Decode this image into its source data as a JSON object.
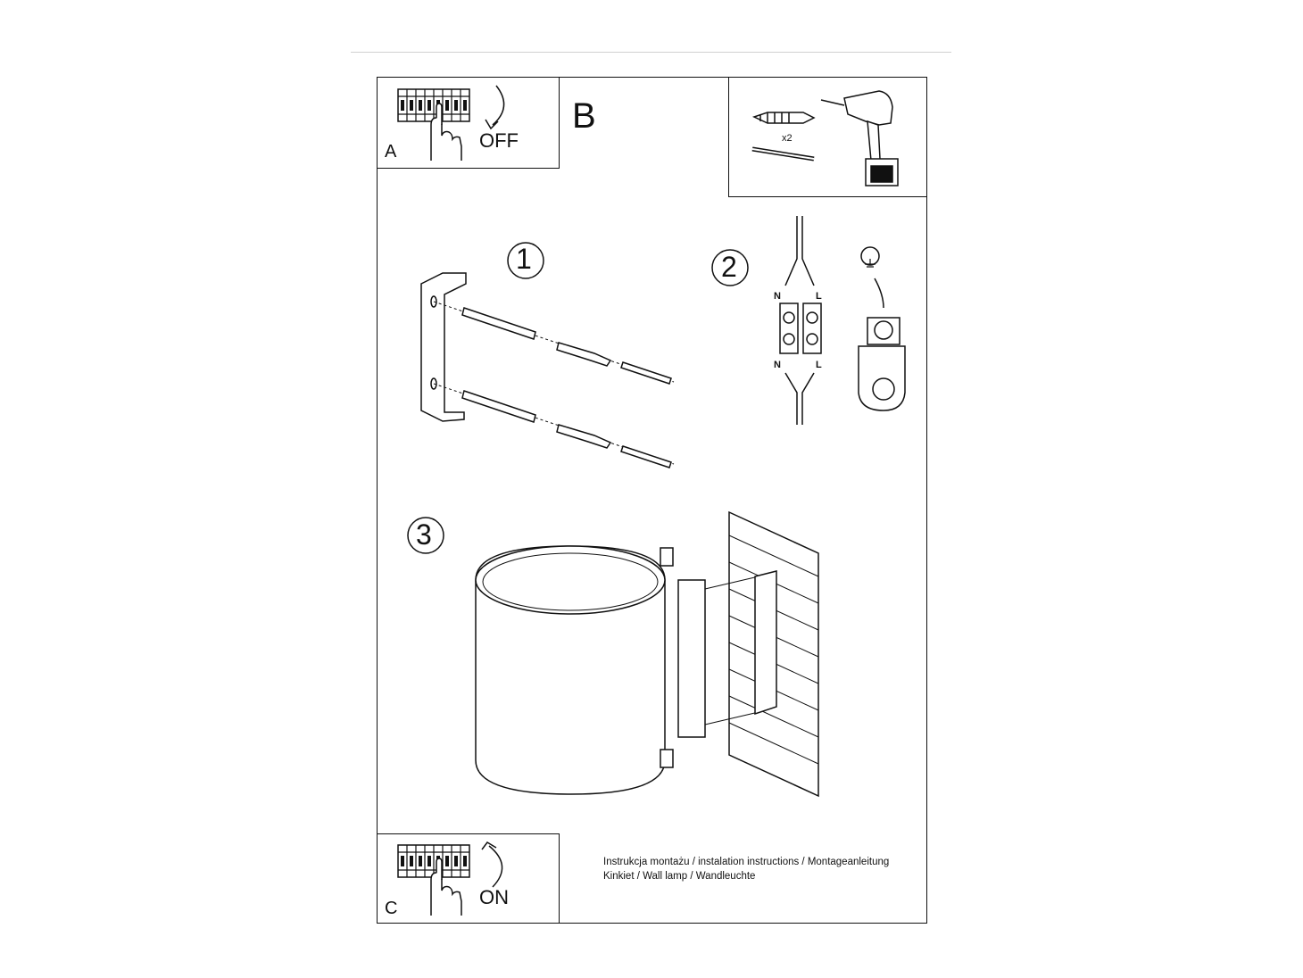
{
  "panel_a": {
    "letter": "A",
    "label": "OFF"
  },
  "panel_b": {
    "letter": "B",
    "count": "x2"
  },
  "panel_c": {
    "letter": "C",
    "label": "ON"
  },
  "steps": [
    "1",
    "2",
    "3"
  ],
  "wiring": {
    "neutral": "N",
    "live": "L"
  },
  "footer": {
    "line1": "Instrukcja montażu / instalation instructions / Montageanleitung",
    "line2": "Kinkiet / Wall lamp / Wandleuchte"
  }
}
